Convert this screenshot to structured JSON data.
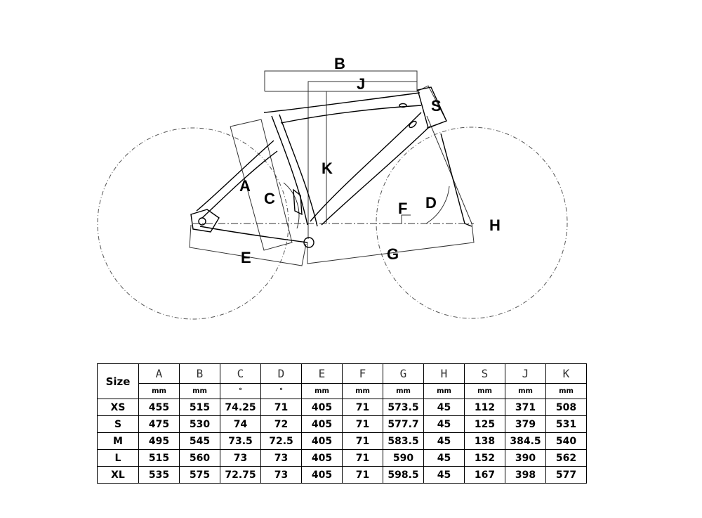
{
  "diagram": {
    "labels": {
      "A": "A",
      "B": "B",
      "C": "C",
      "D": "D",
      "E": "E",
      "F": "F",
      "G": "G",
      "H": "H",
      "J": "J",
      "K": "K",
      "S": "S"
    }
  },
  "table": {
    "size_header": "Size",
    "columns": [
      {
        "letter": "A",
        "unit": "mm"
      },
      {
        "letter": "B",
        "unit": "mm"
      },
      {
        "letter": "C",
        "unit": "°"
      },
      {
        "letter": "D",
        "unit": "°"
      },
      {
        "letter": "E",
        "unit": "mm"
      },
      {
        "letter": "F",
        "unit": "mm"
      },
      {
        "letter": "G",
        "unit": "mm"
      },
      {
        "letter": "H",
        "unit": "mm"
      },
      {
        "letter": "S",
        "unit": "mm"
      },
      {
        "letter": "J",
        "unit": "mm"
      },
      {
        "letter": "K",
        "unit": "mm"
      }
    ],
    "rows": [
      {
        "size": "XS",
        "values": [
          "455",
          "515",
          "74.25",
          "71",
          "405",
          "71",
          "573.5",
          "45",
          "112",
          "371",
          "508"
        ]
      },
      {
        "size": "S",
        "values": [
          "475",
          "530",
          "74",
          "72",
          "405",
          "71",
          "577.7",
          "45",
          "125",
          "379",
          "531"
        ]
      },
      {
        "size": "M",
        "values": [
          "495",
          "545",
          "73.5",
          "72.5",
          "405",
          "71",
          "583.5",
          "45",
          "138",
          "384.5",
          "540"
        ]
      },
      {
        "size": "L",
        "values": [
          "515",
          "560",
          "73",
          "73",
          "405",
          "71",
          "590",
          "45",
          "152",
          "390",
          "562"
        ]
      },
      {
        "size": "XL",
        "values": [
          "535",
          "575",
          "72.75",
          "73",
          "405",
          "71",
          "598.5",
          "45",
          "167",
          "398",
          "577"
        ]
      }
    ]
  }
}
